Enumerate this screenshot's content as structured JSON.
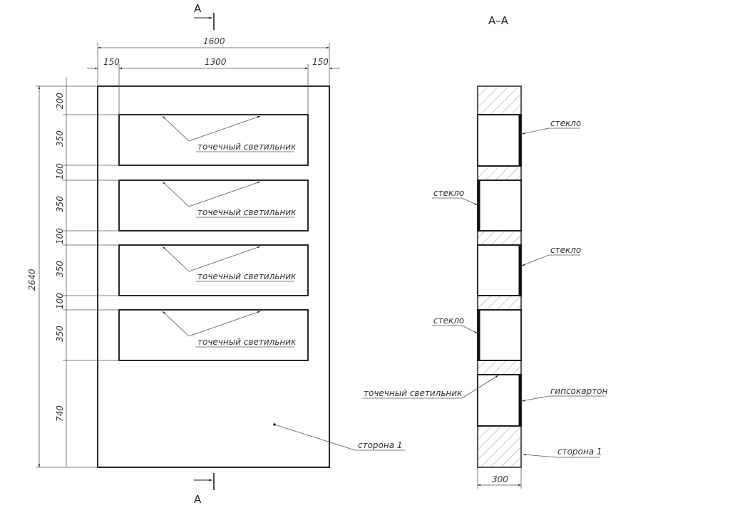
{
  "section_marks": {
    "top": "A",
    "bottom": "A",
    "section_title": "A–A"
  },
  "dimensions": {
    "overall_width": "1600",
    "left_margin": "150",
    "window_width": "1300",
    "right_margin": "150",
    "overall_height": "2640",
    "vertical": [
      "200",
      "350",
      "100",
      "350",
      "100",
      "350",
      "100",
      "350",
      "740"
    ],
    "section_thickness": "300"
  },
  "front_view": {
    "window_labels": [
      "точечный светильник",
      "точечный светильник",
      "точечный светильник",
      "точечный светильник"
    ],
    "side_label": "сторона 1"
  },
  "section_view": {
    "labels": {
      "glass_1": "стекло",
      "glass_2": "стекло",
      "glass_3": "стекло",
      "glass_4": "стекло",
      "light": "точечный светильник",
      "drywall": "гипсокартон",
      "side": "сторона 1"
    }
  }
}
